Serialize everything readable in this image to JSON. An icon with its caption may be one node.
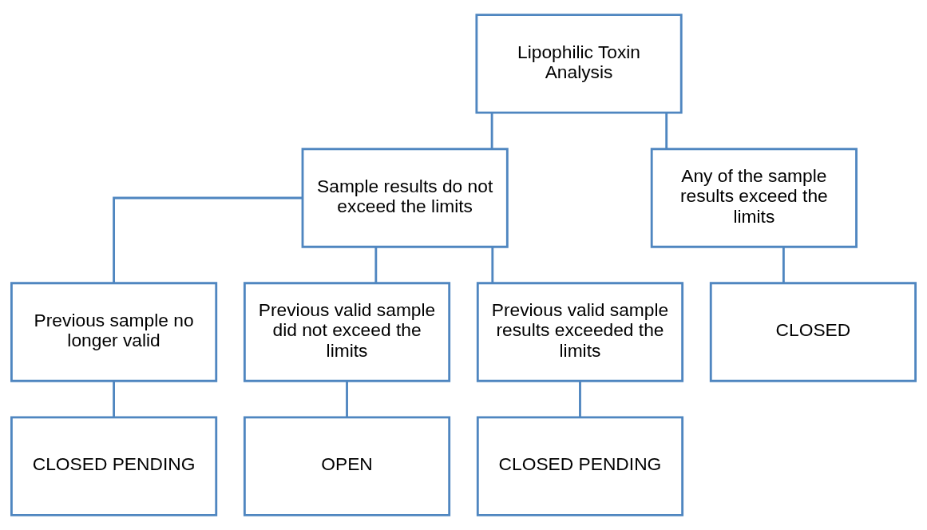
{
  "diagram": {
    "nodes": [
      {
        "text": [
          "Lipophilic Toxin Analysis"
        ]
      },
      {
        "text": [
          "Sample results do not exceed the limits"
        ]
      },
      {
        "text": [
          "Any of the sample results exceed the limits"
        ]
      },
      {
        "text": [
          "Previous sample no longer valid"
        ]
      },
      {
        "text": [
          "Previous valid sample did not exceed the limits"
        ]
      },
      {
        "text": [
          "Previous valid sample results exceeded the limits"
        ]
      },
      {
        "text": [
          "CLOSED"
        ]
      },
      {
        "text": [
          "CLOSED PENDING"
        ]
      },
      {
        "text": [
          "OPEN"
        ]
      },
      {
        "text": [
          "CLOSED PENDING"
        ]
      }
    ],
    "edges": [
      {
        "from": 0,
        "to": 1,
        "arrow": "none"
      },
      {
        "from": 0,
        "to": 2,
        "arrow": "none"
      },
      {
        "from": 1,
        "to": 3,
        "arrow": "none"
      },
      {
        "from": 1,
        "to": 4,
        "arrow": "none"
      },
      {
        "from": 1,
        "to": 5,
        "arrow": "none"
      },
      {
        "from": 2,
        "to": 6,
        "arrow": "none"
      },
      {
        "from": 3,
        "to": 7,
        "arrow": "none"
      },
      {
        "from": 4,
        "to": 8,
        "arrow": "none"
      },
      {
        "from": 5,
        "to": 9,
        "arrow": "none"
      }
    ]
  }
}
